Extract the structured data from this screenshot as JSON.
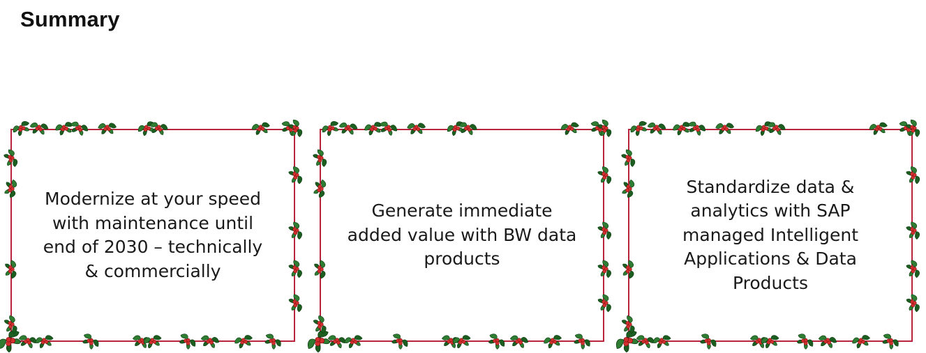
{
  "page": {
    "title": "Summary"
  },
  "cards": [
    {
      "text": "Modernize at your speed with maintenance until end of 2030 – technically & commercially"
    },
    {
      "text": "Generate immediate added value with BW data products"
    },
    {
      "text": "Standardize data & analytics with SAP managed Intelligent Applications & Data Products"
    }
  ],
  "colors": {
    "frame": "#b8243b",
    "leaf": "#2e7d32",
    "leaf_dark": "#1b5e20",
    "berry": "#d32f2f",
    "text": "#1a1a1a"
  },
  "icons": {
    "frame_decoration": "holly-sprig-icon"
  }
}
